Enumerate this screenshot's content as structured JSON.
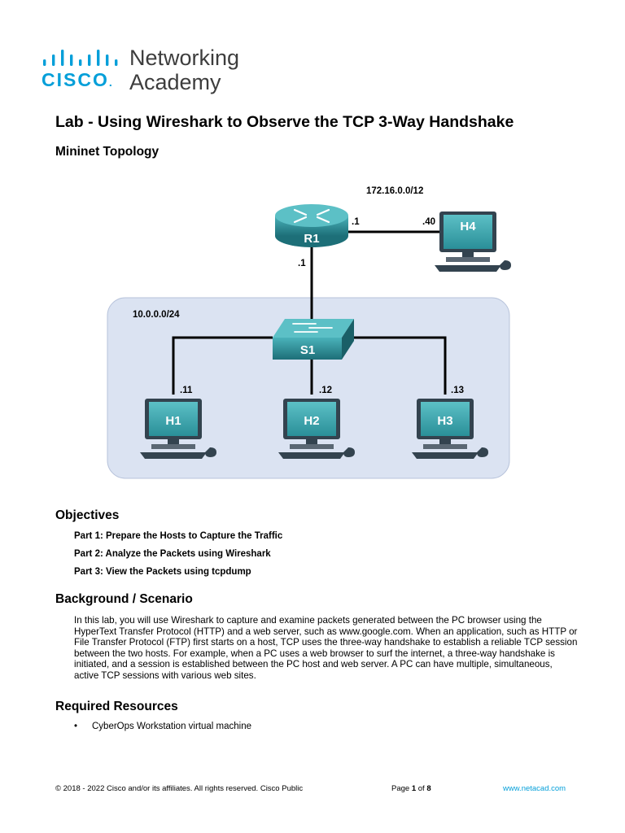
{
  "logo": {
    "brand": "CISCO",
    "line1": "Networking",
    "line2": "Academy",
    "color": "#049fd9"
  },
  "title": "Lab - Using Wireshark to Observe the TCP 3-Way Handshake",
  "topology_heading": "Mininet Topology",
  "topology": {
    "router": "R1",
    "switch": "S1",
    "wan_network": "172.16.0.0/12",
    "lan_network": "10.0.0.0/24",
    "r1_wan_ip": ".1",
    "r1_lan_ip": ".1",
    "hosts": [
      {
        "name": "H4",
        "ip": ".40"
      },
      {
        "name": "H1",
        "ip": ".11"
      },
      {
        "name": "H2",
        "ip": ".12"
      },
      {
        "name": "H3",
        "ip": ".13"
      }
    ],
    "colors": {
      "device": "#2a8a94",
      "lan_bg": "#dbe3f2",
      "monitor": "#3aa7ae"
    }
  },
  "objectives": {
    "heading": "Objectives",
    "parts": [
      "Part 1: Prepare the Hosts to Capture the Traffic",
      "Part 2: Analyze the Packets using Wireshark",
      "Part 3: View the Packets using tcpdump"
    ]
  },
  "background": {
    "heading": "Background / Scenario",
    "text": "In this lab, you will use Wireshark to capture and examine packets generated between the PC browser using the HyperText Transfer Protocol (HTTP) and a web server, such as www.google.com. When an application, such as HTTP or File Transfer Protocol (FTP) first starts on a host, TCP uses the three-way handshake to establish a reliable TCP session between the two hosts. For example, when a PC uses a web browser to surf the internet, a three-way handshake is initiated, and a session is established between the PC host and web server. A PC can have multiple, simultaneous, active TCP sessions with various web sites."
  },
  "resources": {
    "heading": "Required Resources",
    "items": [
      "CyberOps Workstation virtual machine"
    ]
  },
  "footer": {
    "copyright": "© 2018 - 2022 Cisco and/or its affiliates. All rights reserved. Cisco Public",
    "page_prefix": "Page",
    "page_current": "1",
    "page_of": "of",
    "page_total": "8",
    "url": "www.netacad.com"
  }
}
